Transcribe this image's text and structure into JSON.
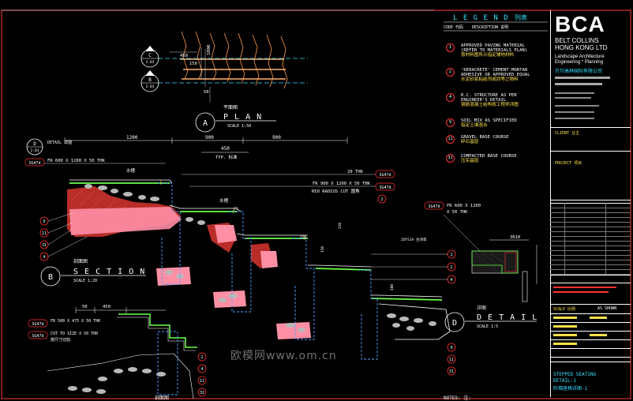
{
  "legend": {
    "title": "L E G E N D",
    "title_cn": "列表",
    "col_code": "CODE 代码",
    "col_desc": "DESCRIPTION 说明",
    "items": [
      {
        "code": "1",
        "line1": "APPROVED PAVING MATERIAL",
        "line2": "(REFER TO MATERIALS PLAN)",
        "line3": "按材料图所示指定铺地材料"
      },
      {
        "code": "2",
        "line1": "'KERACRETE' CEMENT-MORTAR",
        "line2": "ADHESIVE OR APPROVED EQUAL",
        "line3": "水泥砂浆粘结剂或同等之物料"
      },
      {
        "code": "4",
        "line1": "R.C. STRUCTURE AS PER",
        "line2": "ENGINEER'S DETAIL",
        "line3": "钢筋混凝土结构按工程师详图"
      },
      {
        "code": "9",
        "line1": "SOIL MIX AS SPECIFIED",
        "line2": "指定土壤混合",
        "line3": ""
      },
      {
        "code": "11",
        "line1": "GRAVEL BASE COURSE",
        "line2": "碎石基层",
        "line3": ""
      },
      {
        "code": "31",
        "line1": "COMPACTED BASE COURSE",
        "line2": "压实基层",
        "line3": ""
      }
    ]
  },
  "title_block": {
    "logo": "BCA",
    "company1": "BELT COLLINS",
    "company2": "HONG KONG LTD",
    "discipline1": "Landscape Architecture",
    "discipline2": "Engineering * Planning",
    "company_cn": "贝尔高林国际有限公司",
    "sheet_title1": "STEPPED SEATING",
    "sheet_title2": "DETAIL-1",
    "sheet_title_cn": "阶梯座椅详图-1",
    "scale_label": "SCALE 比例",
    "scale_value": "AS SHOWN",
    "project_label": "PROJECT 项目",
    "client_label": "CLIENT 业主"
  },
  "views": {
    "plan": {
      "code": "A",
      "title": "P L A N",
      "title_cn": "平面图",
      "scale": "SCALE  1:50"
    },
    "section": {
      "code": "B",
      "title": "S E C T I O N",
      "title_cn": "剖面图",
      "scale": "SCALE  1:20"
    },
    "detail": {
      "code": "D",
      "title": "D E T A I L",
      "title_cn": "详图",
      "scale": "SCALE  1:5"
    },
    "section2_cn": "剖面图"
  },
  "annotations": {
    "plan_ref_top": "C",
    "plan_ref_top_sheet": "2.03",
    "plan_ref_bot": "B",
    "plan_ref_bot_sheet": "2.03",
    "plan_dim_450": "450",
    "plan_dim_150": "150",
    "plan_dim_1800": "1800",
    "plan_dim_50": "50",
    "detail_ref": "D",
    "detail_ref_sheet": "2.03",
    "detail_label": "DETAIL 详图",
    "dim_1200": "1200",
    "dim_900a": "900",
    "dim_900b": "900",
    "dim_450": "450",
    "typ": "TYP. 标准",
    "sg_code": "SG47d",
    "fr_600": "FR 600 X 1200 X 50 THK",
    "fr_600_b": "FR 600 X 1200",
    "fr_600_b2": "X 50 THK",
    "thk20": "20 THK",
    "fr_900": "FR 900 X 1200 X 50 THK",
    "radius_cut": "R50 RADIUS CUT 圆角",
    "water": "水槽",
    "water2": "水槽",
    "dim_75": "75",
    "dim_150a": "150",
    "dim_150b": "150",
    "dim_150c": "150",
    "dim_3010": "3010",
    "dim_400": "400",
    "fr_500": "FR 500 X 475 X 50 THK",
    "cut_size": "CUT TO SIZE X 50 THK",
    "cut_cn": "按尺寸切割",
    "dim_50": "50",
    "dim_450b": "450",
    "grass": "ZOYSIA 台湾草",
    "notes": "NOTES: 注:",
    "watermark": "欧模网www.om.cn"
  }
}
